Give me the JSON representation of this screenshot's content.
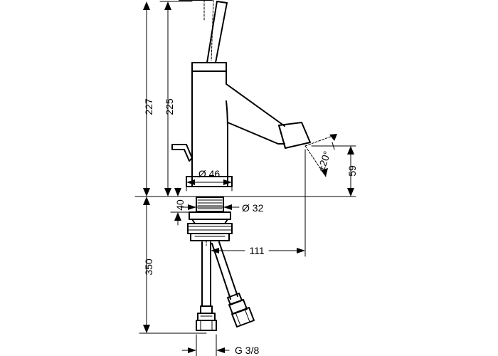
{
  "dimensions": {
    "total_height": "227",
    "spout_height": "225",
    "below_counter": "350",
    "body_diameter": "Ø 46",
    "hole_diameter": "Ø 32",
    "counter_thickness": "40",
    "spout_reach": "111",
    "aerator_height": "59",
    "swivel_angle": "±20°",
    "connection": "G 3/8"
  }
}
